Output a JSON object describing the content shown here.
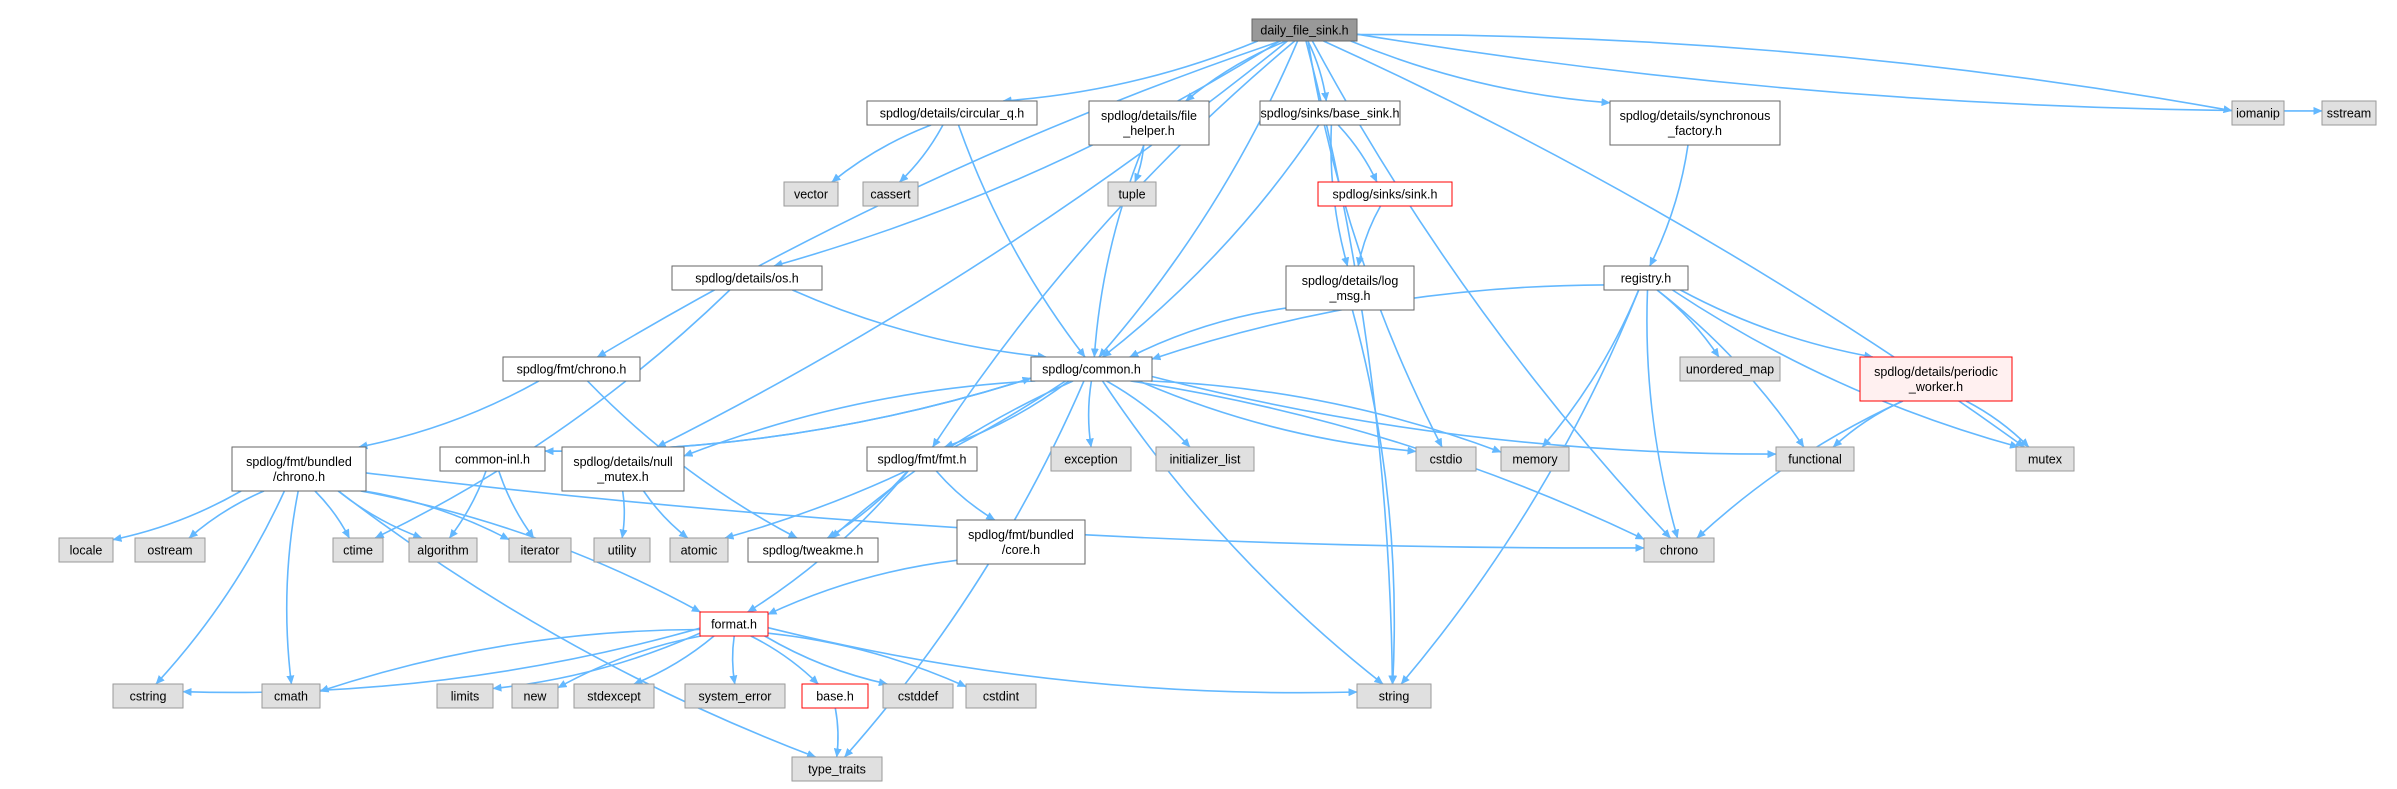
{
  "diagram": {
    "title": "",
    "nodes": [
      {
        "id": "root",
        "lines": [
          "daily_file_sink.h"
        ],
        "style": "root"
      },
      {
        "id": "circular_q",
        "lines": [
          "spdlog/details/circular_q.h"
        ],
        "style": "node"
      },
      {
        "id": "file_helper",
        "lines": [
          "spdlog/details/file",
          "_helper.h"
        ],
        "style": "node"
      },
      {
        "id": "base_sink",
        "lines": [
          "spdlog/sinks/base_sink.h"
        ],
        "style": "node"
      },
      {
        "id": "sync_factory",
        "lines": [
          "spdlog/details/synchronous",
          "_factory.h"
        ],
        "style": "node"
      },
      {
        "id": "iomanip",
        "lines": [
          "iomanip"
        ],
        "style": "ext"
      },
      {
        "id": "sstream",
        "lines": [
          "sstream"
        ],
        "style": "ext"
      },
      {
        "id": "vector",
        "lines": [
          "vector"
        ],
        "style": "ext"
      },
      {
        "id": "cassert",
        "lines": [
          "cassert"
        ],
        "style": "ext"
      },
      {
        "id": "tuple",
        "lines": [
          "tuple"
        ],
        "style": "ext"
      },
      {
        "id": "sink",
        "lines": [
          "spdlog/sinks/sink.h"
        ],
        "style": "red"
      },
      {
        "id": "os",
        "lines": [
          "spdlog/details/os.h"
        ],
        "style": "node"
      },
      {
        "id": "log_msg",
        "lines": [
          "spdlog/details/log",
          "_msg.h"
        ],
        "style": "node"
      },
      {
        "id": "registry",
        "lines": [
          "registry.h"
        ],
        "style": "node"
      },
      {
        "id": "fmt_chrono",
        "lines": [
          "spdlog/fmt/chrono.h"
        ],
        "style": "node"
      },
      {
        "id": "common",
        "lines": [
          "spdlog/common.h"
        ],
        "style": "node"
      },
      {
        "id": "unordered_map",
        "lines": [
          "unordered_map"
        ],
        "style": "ext"
      },
      {
        "id": "periodic",
        "lines": [
          "spdlog/details/periodic",
          "_worker.h"
        ],
        "style": "redpink"
      },
      {
        "id": "bundled_chrono",
        "lines": [
          "spdlog/fmt/bundled",
          "/chrono.h"
        ],
        "style": "node"
      },
      {
        "id": "common_inl",
        "lines": [
          "common-inl.h"
        ],
        "style": "node"
      },
      {
        "id": "null_mutex",
        "lines": [
          "spdlog/details/null",
          "_mutex.h"
        ],
        "style": "node"
      },
      {
        "id": "fmt_fmt",
        "lines": [
          "spdlog/fmt/fmt.h"
        ],
        "style": "node"
      },
      {
        "id": "exception",
        "lines": [
          "exception"
        ],
        "style": "ext"
      },
      {
        "id": "initializer_list",
        "lines": [
          "initializer_list"
        ],
        "style": "ext"
      },
      {
        "id": "cstdio",
        "lines": [
          "cstdio"
        ],
        "style": "ext"
      },
      {
        "id": "memory",
        "lines": [
          "memory"
        ],
        "style": "ext"
      },
      {
        "id": "functional",
        "lines": [
          "functional"
        ],
        "style": "ext"
      },
      {
        "id": "mutex",
        "lines": [
          "mutex"
        ],
        "style": "ext"
      },
      {
        "id": "locale",
        "lines": [
          "locale"
        ],
        "style": "ext"
      },
      {
        "id": "ostream",
        "lines": [
          "ostream"
        ],
        "style": "ext"
      },
      {
        "id": "ctime",
        "lines": [
          "ctime"
        ],
        "style": "ext"
      },
      {
        "id": "algorithm",
        "lines": [
          "algorithm"
        ],
        "style": "ext"
      },
      {
        "id": "iterator",
        "lines": [
          "iterator"
        ],
        "style": "ext"
      },
      {
        "id": "utility",
        "lines": [
          "utility"
        ],
        "style": "ext"
      },
      {
        "id": "atomic",
        "lines": [
          "atomic"
        ],
        "style": "ext"
      },
      {
        "id": "tweakme",
        "lines": [
          "spdlog/tweakme.h"
        ],
        "style": "node"
      },
      {
        "id": "bundled_core",
        "lines": [
          "spdlog/fmt/bundled",
          "/core.h"
        ],
        "style": "node"
      },
      {
        "id": "chrono",
        "lines": [
          "chrono"
        ],
        "style": "ext"
      },
      {
        "id": "format",
        "lines": [
          "format.h"
        ],
        "style": "red"
      },
      {
        "id": "cstring",
        "lines": [
          "cstring"
        ],
        "style": "ext"
      },
      {
        "id": "cmath",
        "lines": [
          "cmath"
        ],
        "style": "ext"
      },
      {
        "id": "limits",
        "lines": [
          "limits"
        ],
        "style": "ext"
      },
      {
        "id": "new",
        "lines": [
          "new"
        ],
        "style": "ext"
      },
      {
        "id": "stdexcept",
        "lines": [
          "stdexcept"
        ],
        "style": "ext"
      },
      {
        "id": "system_error",
        "lines": [
          "system_error"
        ],
        "style": "ext"
      },
      {
        "id": "base",
        "lines": [
          "base.h"
        ],
        "style": "red"
      },
      {
        "id": "cstddef",
        "lines": [
          "cstddef"
        ],
        "style": "ext"
      },
      {
        "id": "cstdint",
        "lines": [
          "cstdint"
        ],
        "style": "ext"
      },
      {
        "id": "string",
        "lines": [
          "string"
        ],
        "style": "ext"
      },
      {
        "id": "type_traits",
        "lines": [
          "type_traits"
        ],
        "style": "ext"
      }
    ],
    "edges": [
      [
        "root",
        "iomanip"
      ],
      [
        "root",
        "sstream"
      ],
      [
        "root",
        "circular_q"
      ],
      [
        "root",
        "file_helper"
      ],
      [
        "root",
        "base_sink"
      ],
      [
        "root",
        "sync_factory"
      ],
      [
        "root",
        "os"
      ],
      [
        "root",
        "fmt_chrono"
      ],
      [
        "root",
        "null_mutex"
      ],
      [
        "root",
        "fmt_fmt"
      ],
      [
        "root",
        "common"
      ],
      [
        "root",
        "cstdio"
      ],
      [
        "root",
        "mutex"
      ],
      [
        "root",
        "chrono"
      ],
      [
        "root",
        "string"
      ],
      [
        "circular_q",
        "vector"
      ],
      [
        "circular_q",
        "cassert"
      ],
      [
        "circular_q",
        "common"
      ],
      [
        "file_helper",
        "tuple"
      ],
      [
        "file_helper",
        "common"
      ],
      [
        "base_sink",
        "sink"
      ],
      [
        "base_sink",
        "log_msg"
      ],
      [
        "base_sink",
        "common"
      ],
      [
        "sink",
        "log_msg"
      ],
      [
        "sync_factory",
        "registry"
      ],
      [
        "os",
        "common"
      ],
      [
        "os",
        "ctime"
      ],
      [
        "log_msg",
        "common"
      ],
      [
        "log_msg",
        "string"
      ],
      [
        "registry",
        "common"
      ],
      [
        "registry",
        "unordered_map"
      ],
      [
        "registry",
        "periodic"
      ],
      [
        "registry",
        "functional"
      ],
      [
        "registry",
        "mutex"
      ],
      [
        "registry",
        "memory"
      ],
      [
        "registry",
        "chrono"
      ],
      [
        "registry",
        "string"
      ],
      [
        "periodic",
        "functional"
      ],
      [
        "periodic",
        "mutex"
      ],
      [
        "periodic",
        "chrono"
      ],
      [
        "fmt_chrono",
        "bundled_chrono"
      ],
      [
        "fmt_chrono",
        "tweakme"
      ],
      [
        "common",
        "common_inl"
      ],
      [
        "common",
        "null_mutex"
      ],
      [
        "common",
        "fmt_fmt"
      ],
      [
        "common",
        "exception"
      ],
      [
        "common",
        "initializer_list"
      ],
      [
        "common",
        "cstdio"
      ],
      [
        "common",
        "memory"
      ],
      [
        "common",
        "functional"
      ],
      [
        "common",
        "chrono"
      ],
      [
        "common",
        "string"
      ],
      [
        "common",
        "atomic"
      ],
      [
        "common",
        "tweakme"
      ],
      [
        "common",
        "type_traits"
      ],
      [
        "common_inl",
        "common"
      ],
      [
        "common_inl",
        "algorithm"
      ],
      [
        "common_inl",
        "iterator"
      ],
      [
        "null_mutex",
        "utility"
      ],
      [
        "null_mutex",
        "atomic"
      ],
      [
        "fmt_fmt",
        "tweakme"
      ],
      [
        "fmt_fmt",
        "bundled_core"
      ],
      [
        "fmt_fmt",
        "format"
      ],
      [
        "bundled_core",
        "format"
      ],
      [
        "bundled_chrono",
        "locale"
      ],
      [
        "bundled_chrono",
        "ostream"
      ],
      [
        "bundled_chrono",
        "ctime"
      ],
      [
        "bundled_chrono",
        "algorithm"
      ],
      [
        "bundled_chrono",
        "iterator"
      ],
      [
        "bundled_chrono",
        "chrono"
      ],
      [
        "bundled_chrono",
        "cstring"
      ],
      [
        "bundled_chrono",
        "cmath"
      ],
      [
        "bundled_chrono",
        "format"
      ],
      [
        "bundled_chrono",
        "type_traits"
      ],
      [
        "format",
        "cstring"
      ],
      [
        "format",
        "cmath"
      ],
      [
        "format",
        "limits"
      ],
      [
        "format",
        "new"
      ],
      [
        "format",
        "stdexcept"
      ],
      [
        "format",
        "system_error"
      ],
      [
        "format",
        "base"
      ],
      [
        "format",
        "cstddef"
      ],
      [
        "format",
        "cstdint"
      ],
      [
        "format",
        "string"
      ],
      [
        "base",
        "type_traits"
      ]
    ]
  }
}
